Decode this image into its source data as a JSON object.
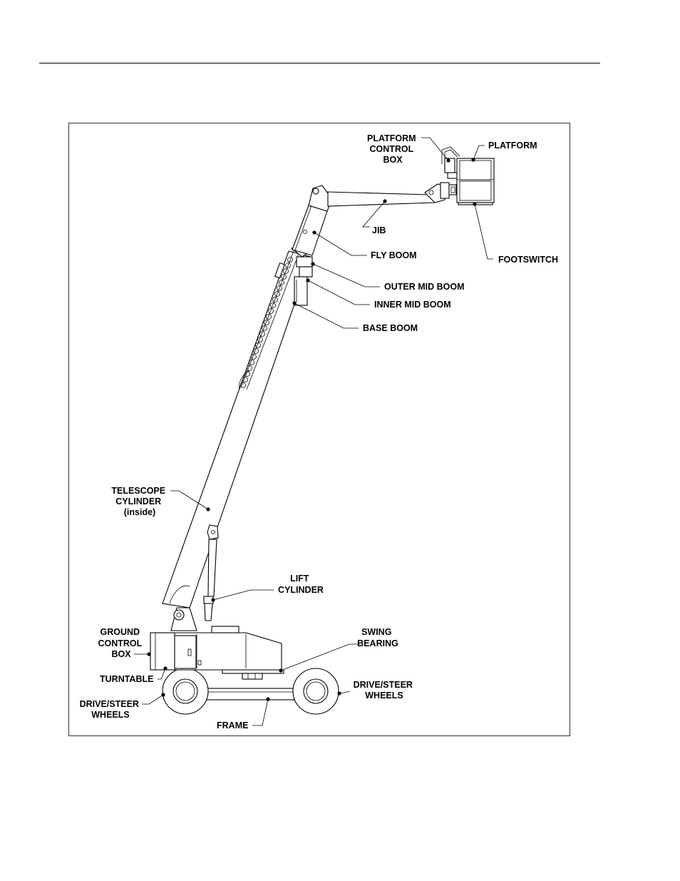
{
  "labels": {
    "platform_control_box": [
      "PLATFORM",
      "CONTROL",
      "BOX"
    ],
    "platform": "PLATFORM",
    "jib": "JIB",
    "fly_boom": "FLY BOOM",
    "footswitch": "FOOTSWITCH",
    "outer_mid_boom": "OUTER MID BOOM",
    "inner_mid_boom": "INNER MID BOOM",
    "base_boom": "BASE BOOM",
    "telescope_cylinder": [
      "TELESCOPE",
      "CYLINDER",
      "(inside)"
    ],
    "lift_cylinder": [
      "LIFT",
      "CYLINDER"
    ],
    "ground_control_box": [
      "GROUND",
      "CONTROL",
      "BOX"
    ],
    "swing_bearing": [
      "SWING",
      "BEARING"
    ],
    "turntable": "TURNTABLE",
    "drive_steer_wheels_left": [
      "DRIVE/STEER",
      "WHEELS"
    ],
    "drive_steer_wheels_right": [
      "DRIVE/STEER",
      "WHEELS"
    ],
    "frame": "FRAME"
  }
}
